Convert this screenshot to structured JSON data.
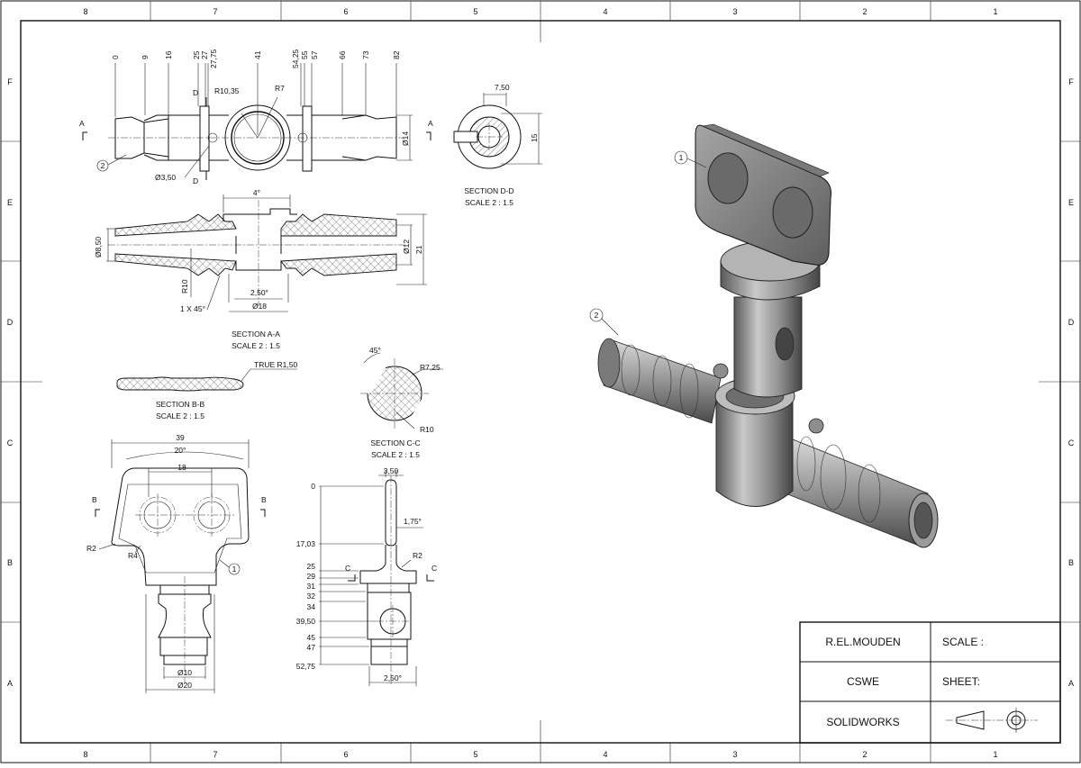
{
  "zones": {
    "columns": [
      "8",
      "7",
      "6",
      "5",
      "4",
      "3",
      "2",
      "1"
    ],
    "rows": [
      "F",
      "E",
      "D",
      "C",
      "B",
      "A"
    ]
  },
  "balloons": [
    "1",
    "2"
  ],
  "views": {
    "top_dims": [
      "0",
      "9",
      "16",
      "25",
      "27",
      "27,75",
      "41",
      "54,25",
      "55",
      "57",
      "66",
      "73",
      "82"
    ],
    "top_labels": {
      "r1035": "R10,35",
      "r7": "R7",
      "d350": "Ø3,50",
      "d14": "Ø14",
      "d_mark": "D",
      "a_mark": "A"
    },
    "section_aa": {
      "title": "SECTION A-A",
      "scale": "SCALE 2 : 1.5",
      "d850": "Ø8,50",
      "d12": "Ø12",
      "d21": "21",
      "ang4": "4°",
      "r10": "R10",
      "ang250": "2,50°",
      "d18": "Ø18",
      "chamfer": "1 X 45°"
    },
    "section_dd": {
      "title": "SECTION D-D",
      "scale": "SCALE 2 : 1.5",
      "w750": "7,50",
      "h15": "15"
    },
    "section_bb": {
      "title": "SECTION B-B",
      "scale": "SCALE 2 : 1.5",
      "r150": "TRUE R1,50"
    },
    "section_cc": {
      "title": "SECTION C-C",
      "scale": "SCALE 2 : 1.5",
      "ang45": "45°",
      "r725": "R7,25",
      "r10": "R10"
    },
    "front": {
      "w39": "39",
      "ang20": "20°",
      "w18": "18",
      "r2": "R2",
      "r4": "R4",
      "d10": "Ø10",
      "d20": "Ø20",
      "b_mark": "B"
    },
    "side": {
      "ydims": [
        "0",
        "17,03",
        "25",
        "29",
        "31",
        "32",
        "34",
        "39,50",
        "45",
        "47",
        "52,75"
      ],
      "w350": "3,50",
      "ang175": "1,75°",
      "r2": "R2",
      "c_mark": "C",
      "ang250": "2,50°"
    }
  },
  "title_block": {
    "author": "R.EL.MOUDEN",
    "org": "CSWE",
    "software": "SOLIDWORKS",
    "scale_label": "SCALE :",
    "sheet_label": "SHEET:"
  }
}
